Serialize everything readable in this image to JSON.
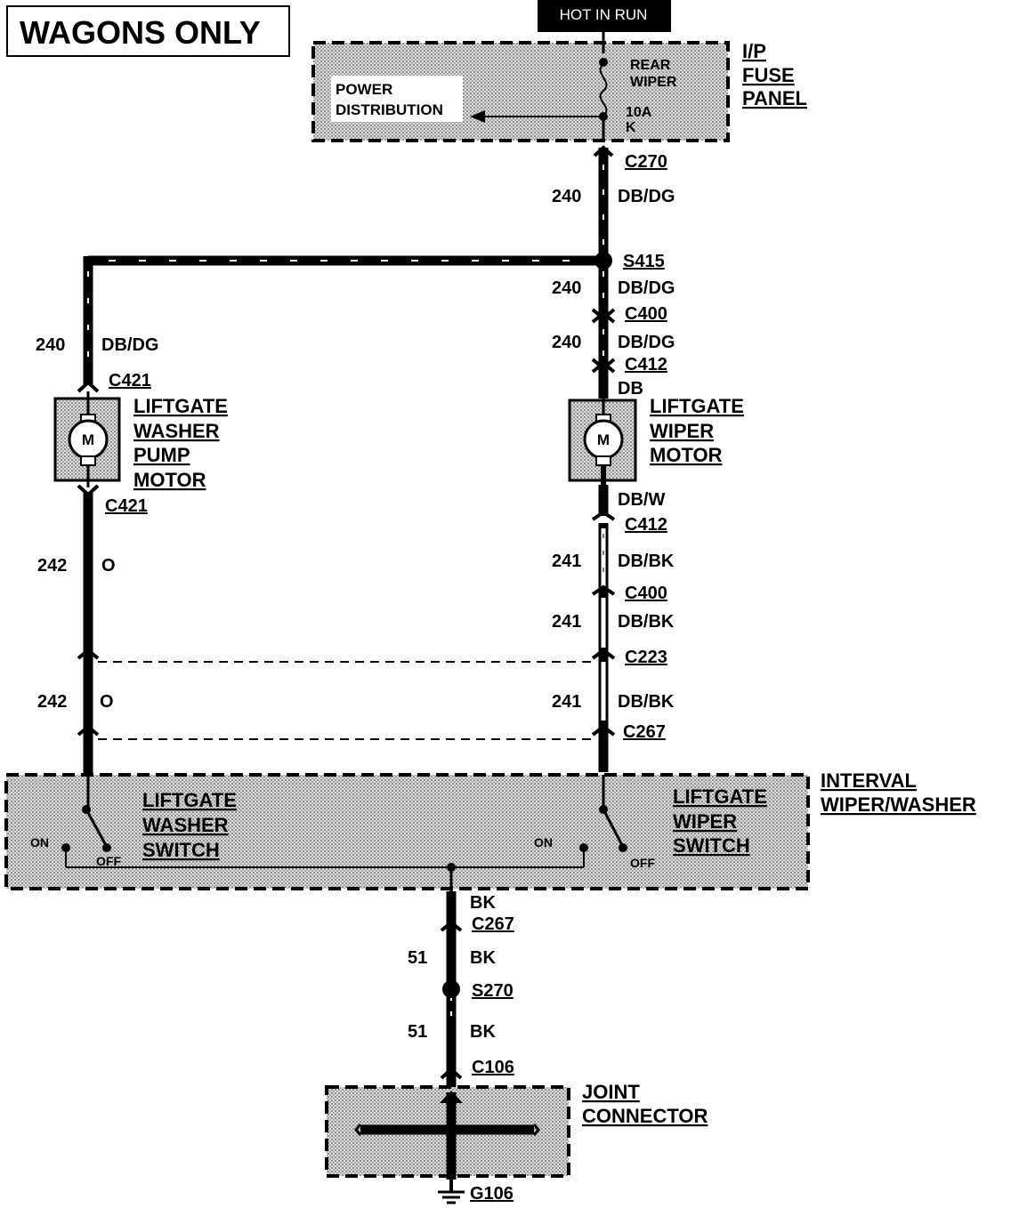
{
  "title": "WAGONS ONLY",
  "hot_in_run": "HOT IN RUN",
  "fuse_panel": {
    "name_lines": [
      "I/P",
      "FUSE",
      "PANEL"
    ],
    "power_lines": [
      "POWER",
      "DISTRIBUTION"
    ],
    "fuse_lines": [
      "REAR",
      "WIPER"
    ],
    "fuse_rating": [
      "10A",
      "K"
    ]
  },
  "connectors": {
    "c270": "C270",
    "s415": "S415",
    "c400": "C400",
    "c412": "C412",
    "c421": "C421",
    "c223": "C223",
    "c267": "C267",
    "s270": "S270",
    "c106": "C106",
    "g106": "G106"
  },
  "wires": {
    "circuit_240": "240",
    "circuit_241": "241",
    "circuit_242": "242",
    "circuit_51": "51",
    "db_dg": "DB/DG",
    "db": "DB",
    "db_w": "DB/W",
    "db_bk": "DB/BK",
    "o": "O",
    "bk": "BK"
  },
  "components": {
    "washer_pump_lines": [
      "LIFTGATE",
      "WASHER",
      "PUMP",
      "MOTOR"
    ],
    "wiper_motor_lines": [
      "LIFTGATE",
      "WIPER",
      "MOTOR"
    ],
    "motor_symbol": "M",
    "washer_switch_lines": [
      "LIFTGATE",
      "WASHER",
      "SWITCH"
    ],
    "wiper_switch_lines": [
      "LIFTGATE",
      "WIPER",
      "SWITCH"
    ],
    "interval_lines": [
      "INTERVAL",
      "WIPER/WASHER"
    ],
    "switch_on": "ON",
    "switch_off": "OFF",
    "joint_lines": [
      "JOINT",
      "CONNECTOR"
    ]
  }
}
